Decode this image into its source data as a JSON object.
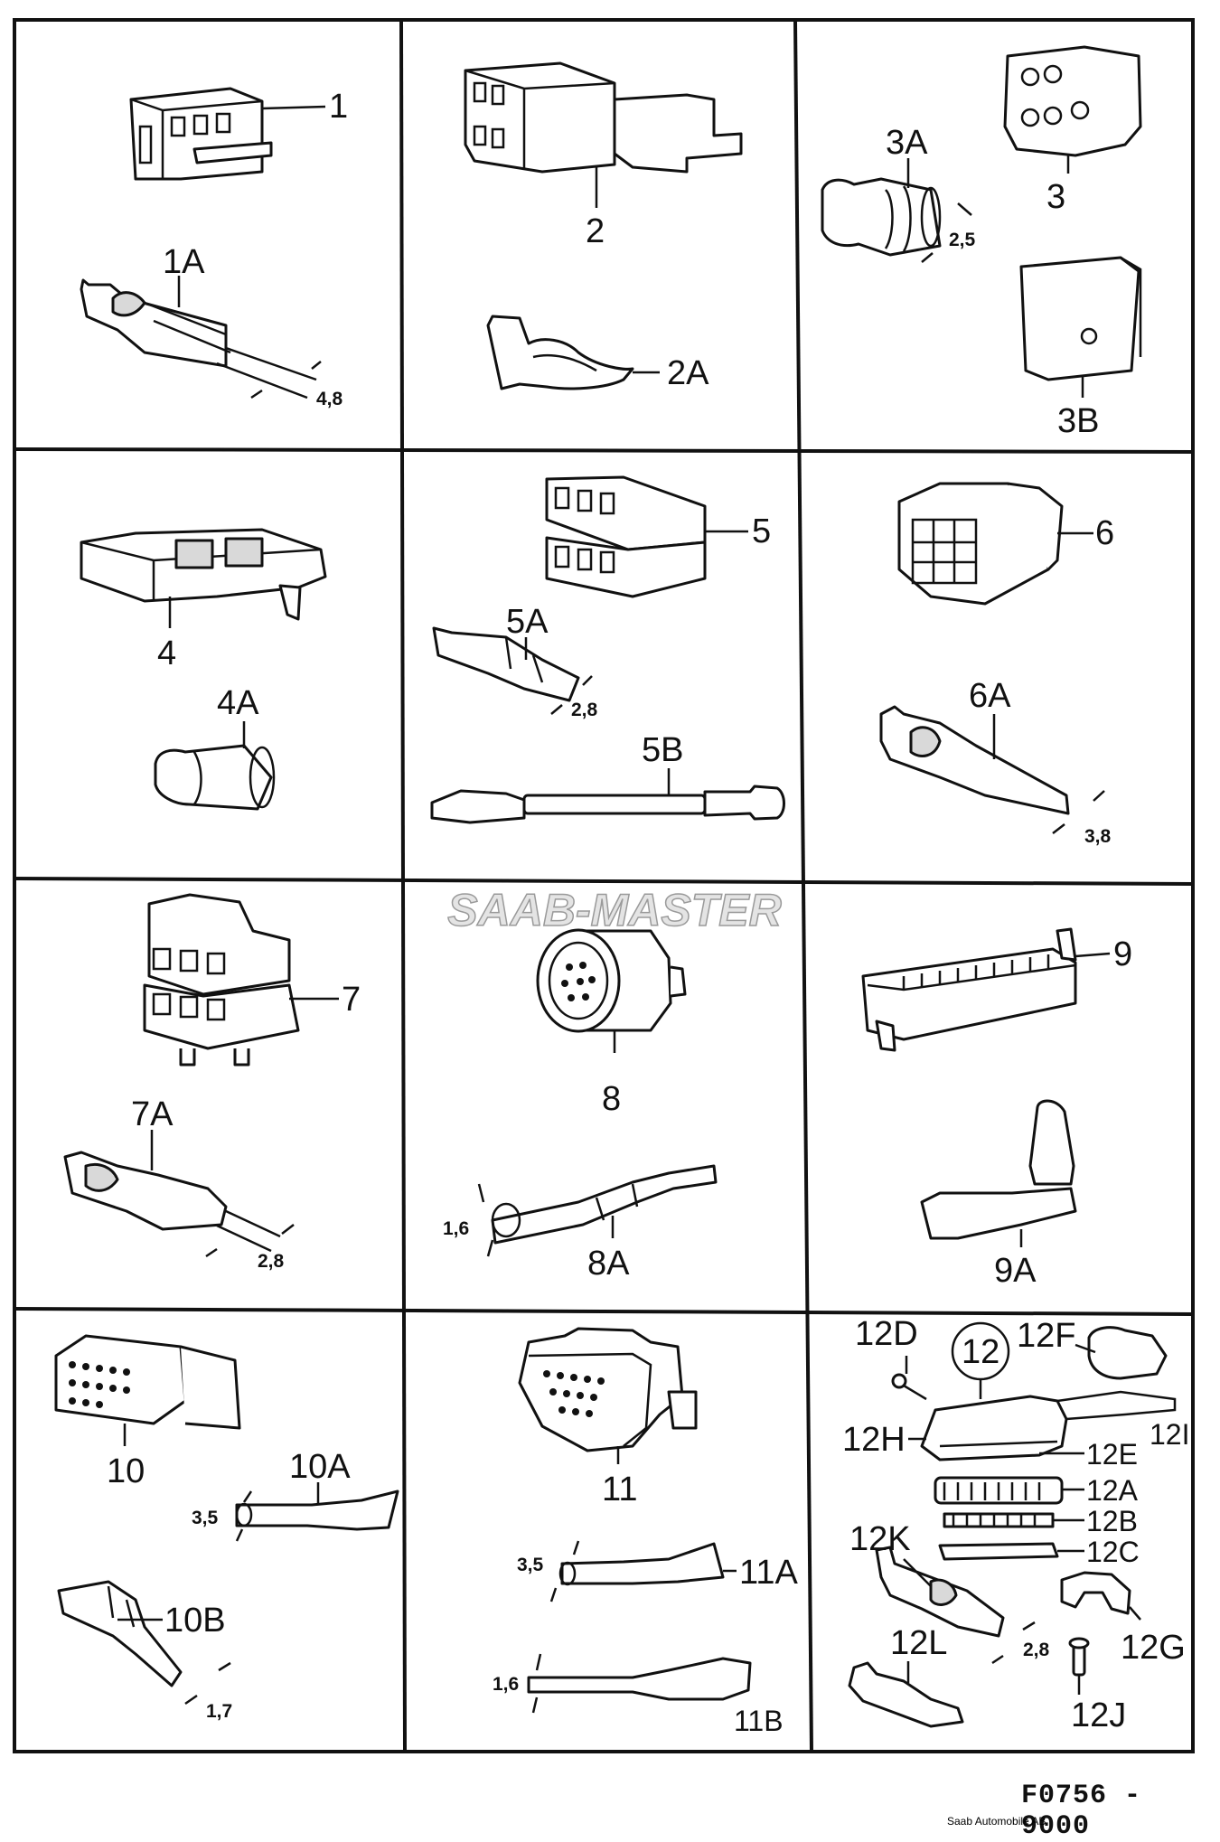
{
  "watermark": "SAAB-MASTER",
  "labels": {
    "p1": "1",
    "p1A": "1A",
    "p2": "2",
    "p2A": "2A",
    "p3": "3",
    "p3A": "3A",
    "p3B": "3B",
    "p4": "4",
    "p4A": "4A",
    "p5": "5",
    "p5A": "5A",
    "p5B": "5B",
    "p6": "6",
    "p6A": "6A",
    "p7": "7",
    "p7A": "7A",
    "p8": "8",
    "p8A": "8A",
    "p9": "9",
    "p9A": "9A",
    "p10": "10",
    "p10A": "10A",
    "p10B": "10B",
    "p11": "11",
    "p11A": "11A",
    "p11B": "11B",
    "p12": "12",
    "p12A": "12A",
    "p12B": "12B",
    "p12C": "12C",
    "p12D": "12D",
    "p12E": "12E",
    "p12F": "12F",
    "p12G": "12G",
    "p12H": "12H",
    "p12I": "12I",
    "p12J": "12J",
    "p12K": "12K",
    "p12L": "12L"
  },
  "dimensions": {
    "d1A": "4,8",
    "d3A": "2,5",
    "d5A": "2,8",
    "d6A": "3,8",
    "d7A": "2,8",
    "d8A": "1,6",
    "d10A": "3,5",
    "d10B": "1,7",
    "d11A": "3,5",
    "d11B": "1,6",
    "d12K": "2,8"
  },
  "footer": {
    "code": "F0756 - 9000",
    "maker": "Saab Automobile AB"
  }
}
